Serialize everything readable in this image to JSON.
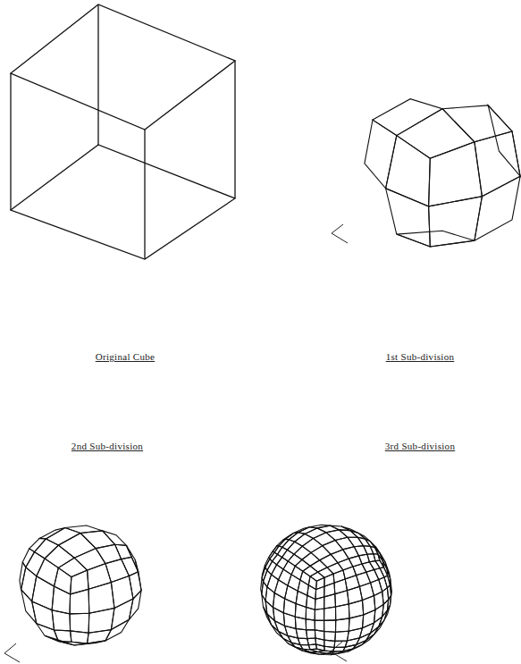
{
  "diagram": {
    "labels": [
      "Original Cube",
      "1st Sub-division",
      "2nd Sub-division",
      "3rd Sub-division"
    ]
  }
}
